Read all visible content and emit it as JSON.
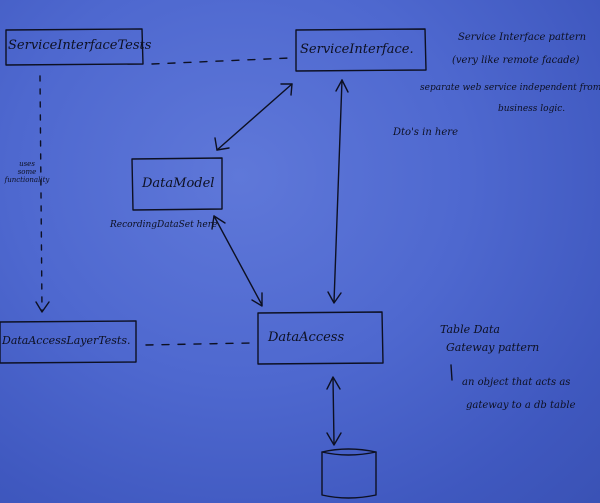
{
  "boxes": {
    "service_interface_tests": "ServiceInterfaceTests",
    "service_interface": "ServiceInterface.",
    "data_model": "DataModel",
    "data_access_layer_tests": "DataAccessLayerTests.",
    "data_access": "DataAccess"
  },
  "notes": {
    "uses_functionality": [
      "uses",
      "some",
      "functionality"
    ],
    "recording_dataset": "RecordingDataSet here",
    "service_pattern_line1": "Service Interface pattern",
    "service_pattern_line2": "(very like remote facade)",
    "service_pattern_line3": "separate web service independent from",
    "service_pattern_line4": "business logic.",
    "dtos": "Dto's in here",
    "table_data_line1": "Table Data",
    "table_data_line2": "Gateway pattern",
    "table_data_line3": "an object that acts as",
    "table_data_line4": "gateway to a db table"
  },
  "colors": {
    "ink": "#0d1022",
    "background": "#4e68cf"
  }
}
